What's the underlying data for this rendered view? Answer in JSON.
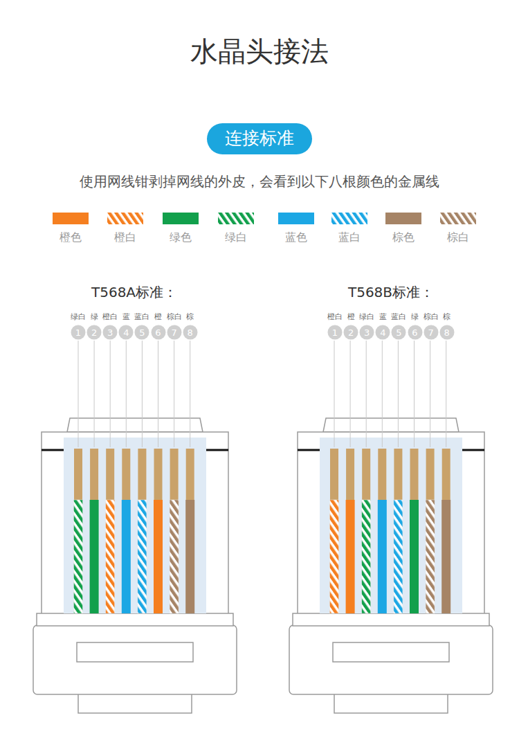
{
  "diagram": {
    "title": "水晶头接法",
    "nodes": [
      {
        "text": [
          "连接标准"
        ]
      },
      {
        "text": [
          "1"
        ]
      },
      {
        "text": [
          "2"
        ]
      },
      {
        "text": [
          "3"
        ]
      },
      {
        "text": [
          "4"
        ]
      },
      {
        "text": [
          "5"
        ]
      },
      {
        "text": [
          "6"
        ]
      },
      {
        "text": [
          "7"
        ]
      },
      {
        "text": [
          "8"
        ]
      },
      {
        "text": [
          "1"
        ]
      },
      {
        "text": [
          "2"
        ]
      },
      {
        "text": [
          "3"
        ]
      },
      {
        "text": [
          "4"
        ]
      },
      {
        "text": [
          "5"
        ]
      },
      {
        "text": [
          "6"
        ]
      },
      {
        "text": [
          "7"
        ]
      },
      {
        "text": [
          "8"
        ]
      }
    ],
    "edges": [],
    "labels": [
      "使用网线钳剥掉网线的外皮，会看到以下八根颜色的金属线",
      "T568A标准：",
      "绿白",
      "绿",
      "橙白",
      "蓝",
      "蓝白",
      "橙",
      "棕白",
      "棕",
      "T568B标准：",
      "橙白",
      "橙",
      "绿白",
      "蓝",
      "蓝白",
      "绿",
      "棕白",
      "棕"
    ],
    "legend": [
      {
        "text": "橙色",
        "color": "#f57f20"
      },
      {
        "text": "橙白"
      },
      {
        "text": "绿色",
        "color": "#12a04c"
      },
      {
        "text": "绿白"
      },
      {
        "text": "蓝色",
        "color": "#1ca7e4"
      },
      {
        "text": "蓝白"
      },
      {
        "text": "棕色",
        "color": "#a68466"
      },
      {
        "text": "棕白"
      }
    ]
  }
}
